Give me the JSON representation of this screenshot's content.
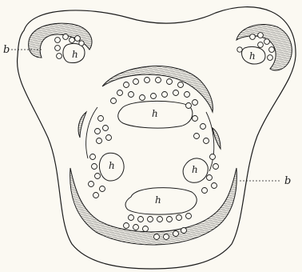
{
  "figure": {
    "labels": {
      "b_left": "b",
      "b_right": "b",
      "h_upper_left": "h",
      "h_upper_right": "h",
      "h_top": "h",
      "h_left": "h",
      "h_right": "h",
      "h_bottom": "h"
    },
    "colors": {
      "ink": "#1c1c1c",
      "paper": "#fbf9f2",
      "hatch": "#555555"
    }
  }
}
